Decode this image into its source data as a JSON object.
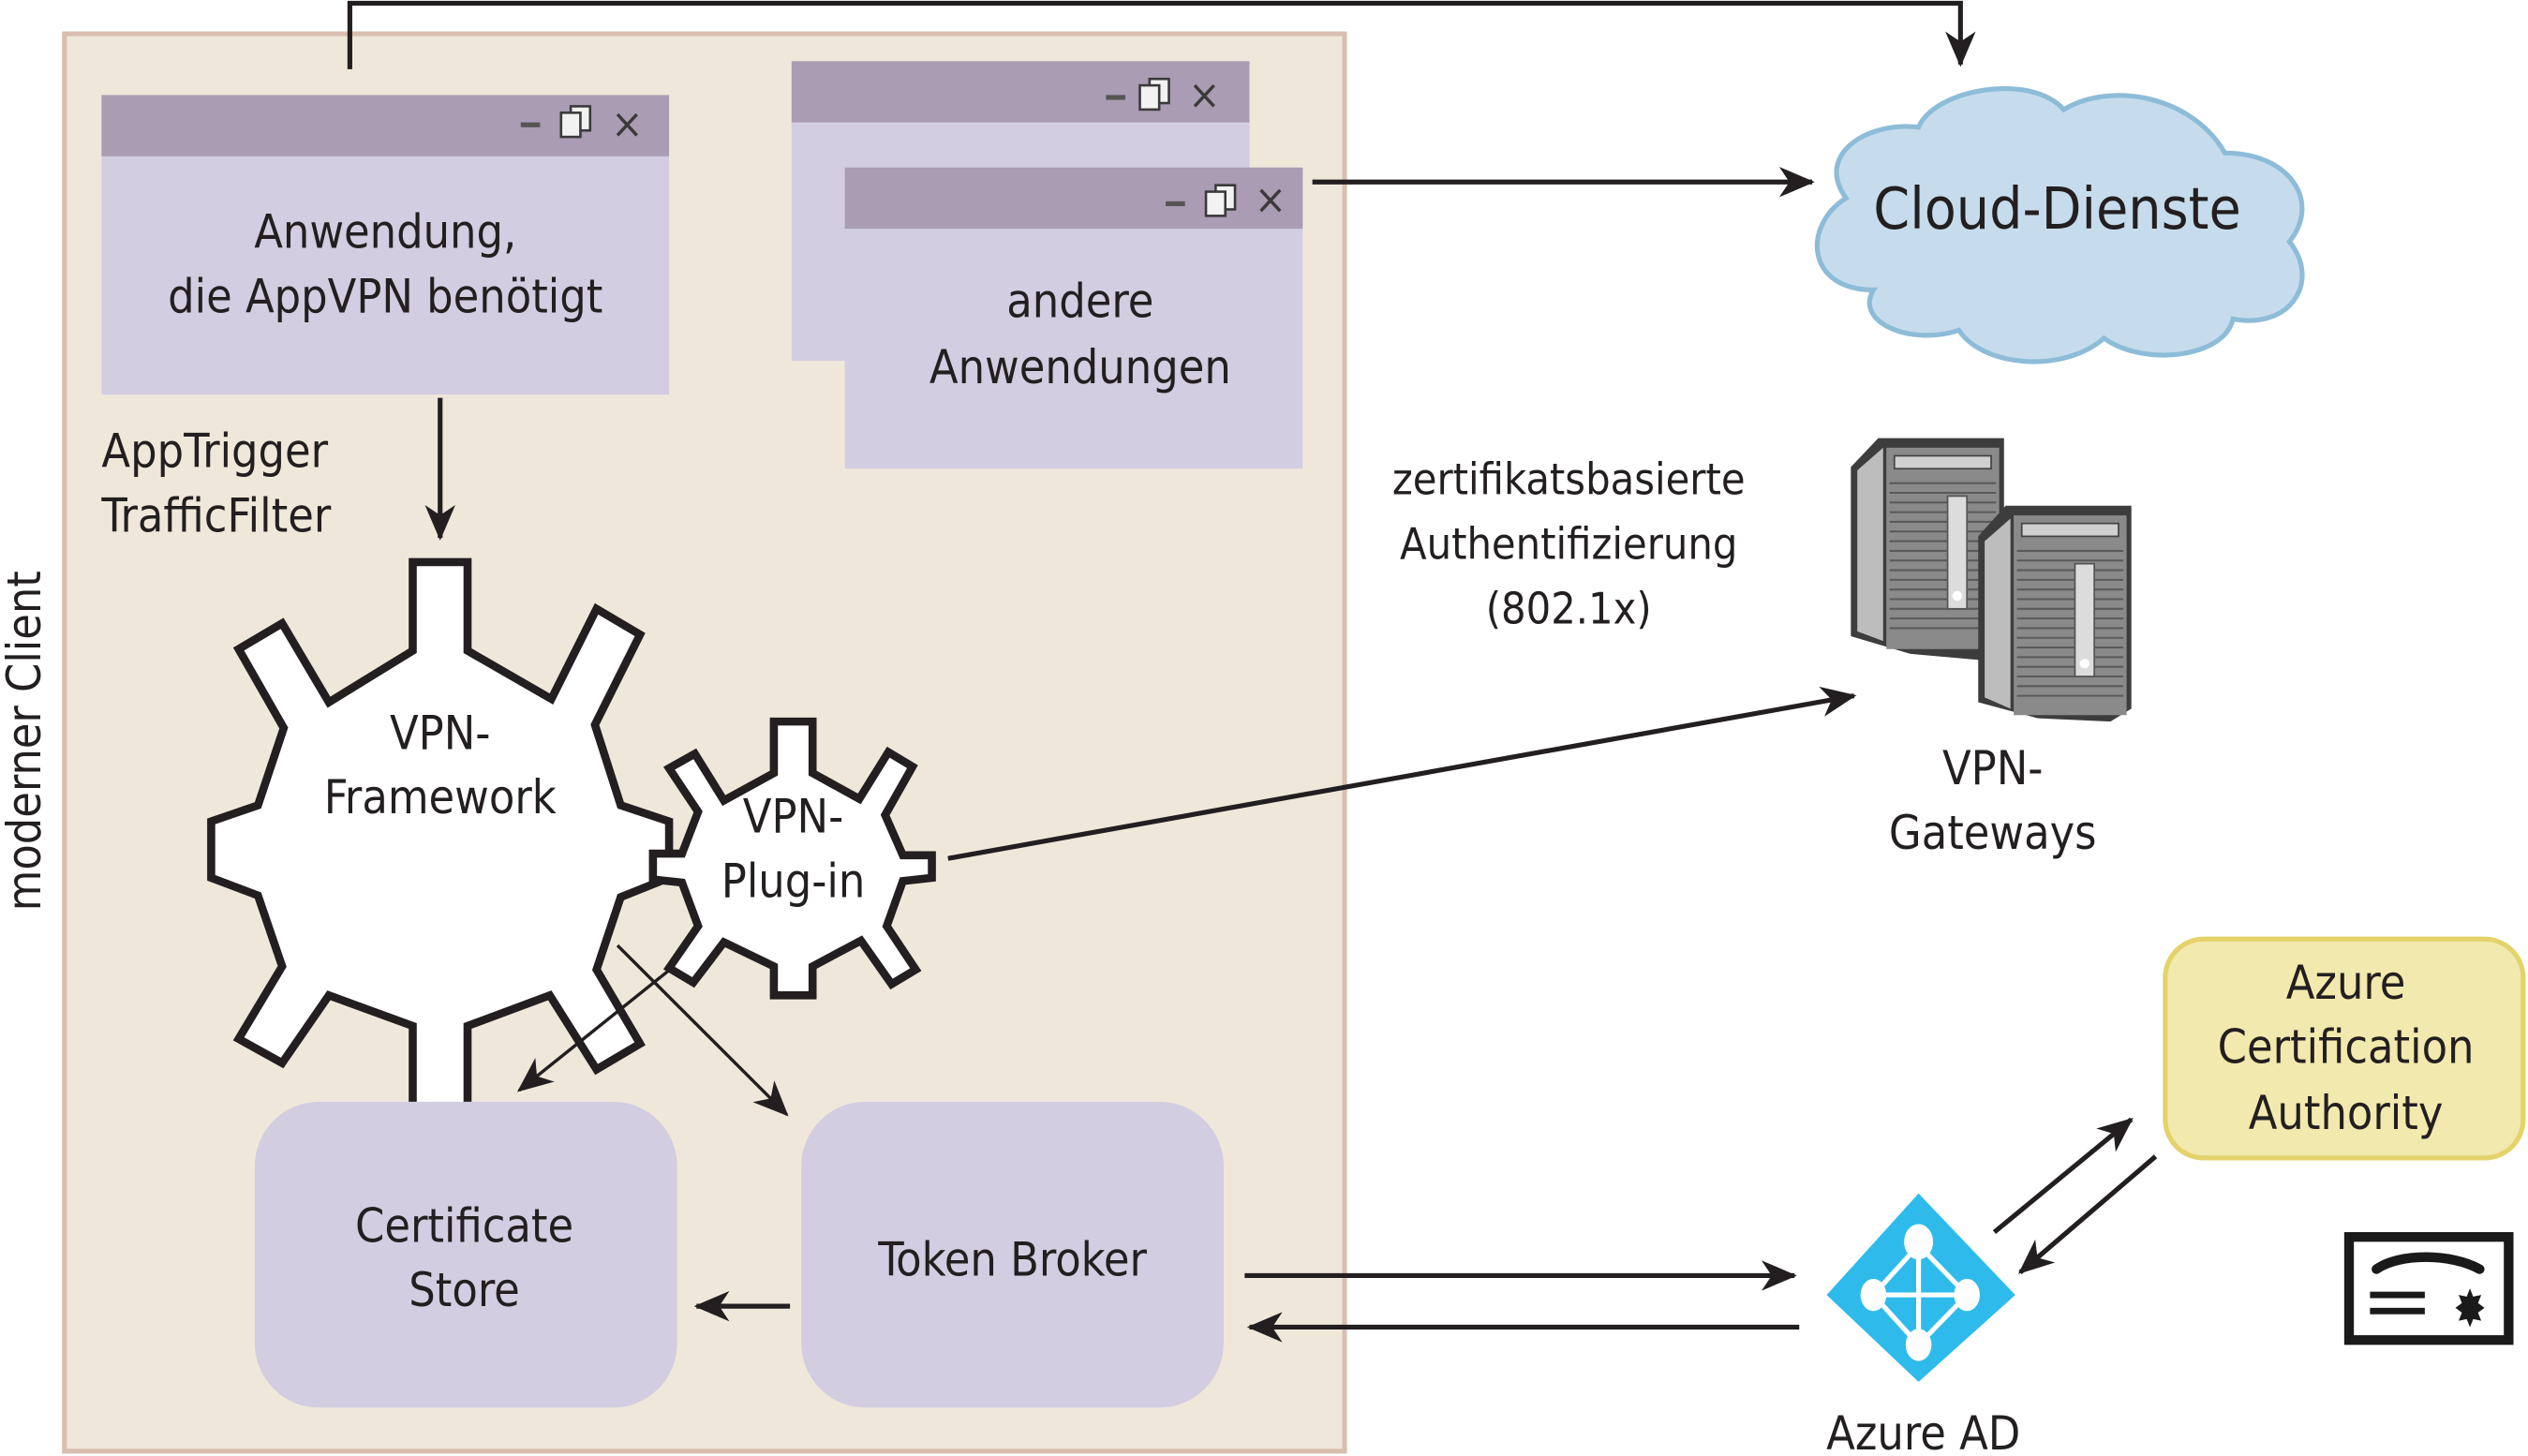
{
  "diagram": {
    "client_container": {
      "label": "moderner Client"
    },
    "app_window_main": {
      "title_controls": [
        "minimize",
        "restore",
        "close"
      ],
      "line1": "Anwendung,",
      "line2": "die AppVPN benötigt"
    },
    "app_window_other": {
      "title_controls": [
        "minimize",
        "restore",
        "close"
      ],
      "line1": "andere",
      "line2": "Anwendungen"
    },
    "trigger_label": {
      "line1": "AppTrigger",
      "line2": "TrafficFilter"
    },
    "vpn_framework_gear": {
      "line1": "VPN-",
      "line2": "Framework"
    },
    "vpn_plugin_gear": {
      "line1": "VPN-",
      "line2": "Plug-in"
    },
    "certificate_store": {
      "line1": "Certificate",
      "line2": "Store"
    },
    "token_broker": {
      "label": "Token Broker"
    },
    "cloud_services": {
      "label": "Cloud-Dienste"
    },
    "auth_label": {
      "line1": "zertifikatsbasierte",
      "line2": "Authentifizierung",
      "line3": "(802.1x)"
    },
    "vpn_gateways": {
      "line1": "VPN-",
      "line2": "Gateways"
    },
    "azure_ca": {
      "line1": "Azure",
      "line2": "Certification",
      "line3": "Authority"
    },
    "azure_ad": {
      "label": "Azure AD"
    },
    "colors": {
      "client_bg": "#efe8da",
      "client_border": "#d8bfb0",
      "window_title": "#a99cb3",
      "window_body": "#d2cde0",
      "cloud_fill": "#c6dcec",
      "cloud_stroke": "#8dbcd8",
      "ca_fill": "#f2e9ae",
      "ca_stroke": "#e3d36a",
      "azure_ad_blue": "#2ebbec",
      "ink": "#231f20"
    }
  }
}
